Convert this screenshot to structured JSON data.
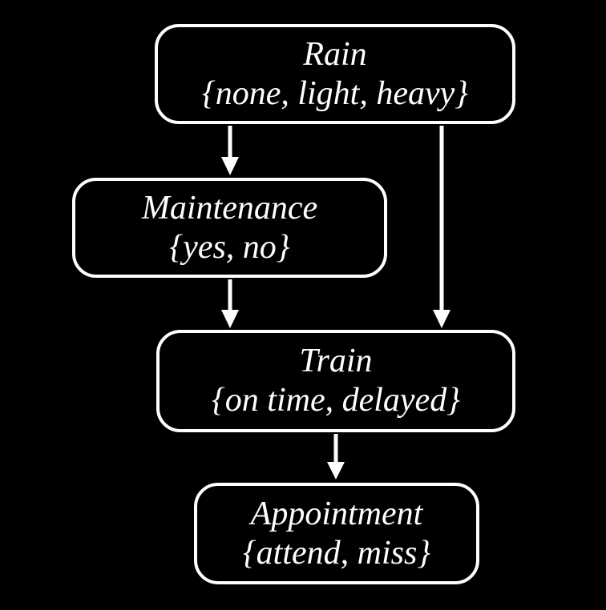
{
  "diagram": {
    "type": "bayesian-network",
    "colors": {
      "background": "#000000",
      "stroke": "#ffffff",
      "text": "#ffffff"
    },
    "nodes": [
      {
        "id": "rain",
        "label": "Rain",
        "domain": "{none, light, heavy}"
      },
      {
        "id": "maintenance",
        "label": "Maintenance",
        "domain": "{yes, no}"
      },
      {
        "id": "train",
        "label": "Train",
        "domain": "{on time, delayed}"
      },
      {
        "id": "appointment",
        "label": "Appointment",
        "domain": "{attend, miss}"
      }
    ],
    "edges": [
      {
        "from": "rain",
        "to": "maintenance"
      },
      {
        "from": "rain",
        "to": "train"
      },
      {
        "from": "maintenance",
        "to": "train"
      },
      {
        "from": "train",
        "to": "appointment"
      }
    ]
  }
}
